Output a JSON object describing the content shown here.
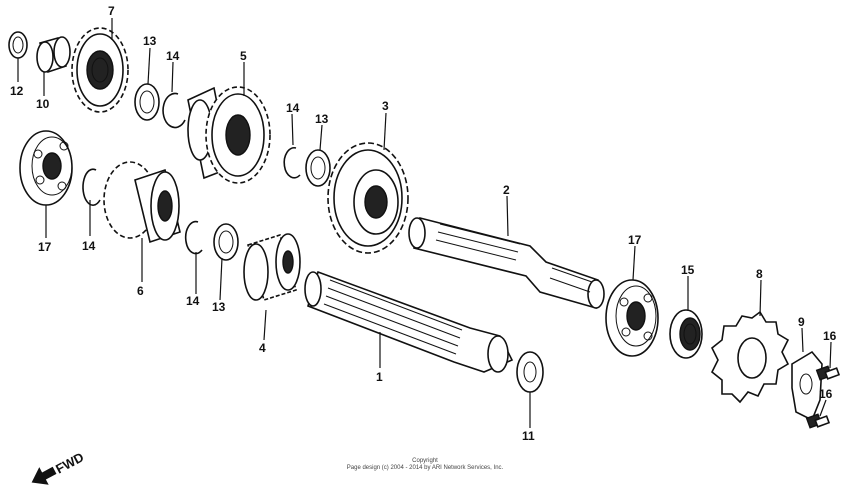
{
  "callouts": {
    "c1": "1",
    "c2": "2",
    "c3": "3",
    "c4": "4",
    "c5": "5",
    "c6": "6",
    "c7": "7",
    "c8": "8",
    "c9": "9",
    "c10": "10",
    "c11": "11",
    "c12": "12",
    "c13a": "13",
    "c13b": "13",
    "c13c": "13",
    "c14a": "14",
    "c14b": "14",
    "c14c": "14",
    "c14d": "14",
    "c15": "15",
    "c16a": "16",
    "c16b": "16",
    "c17a": "17",
    "c17b": "17"
  },
  "fwd_label": "FWD",
  "copyright": {
    "line1": "Copyright",
    "line2": "Page design (c) 2004 - 2014 by ARI Network Services, Inc."
  }
}
